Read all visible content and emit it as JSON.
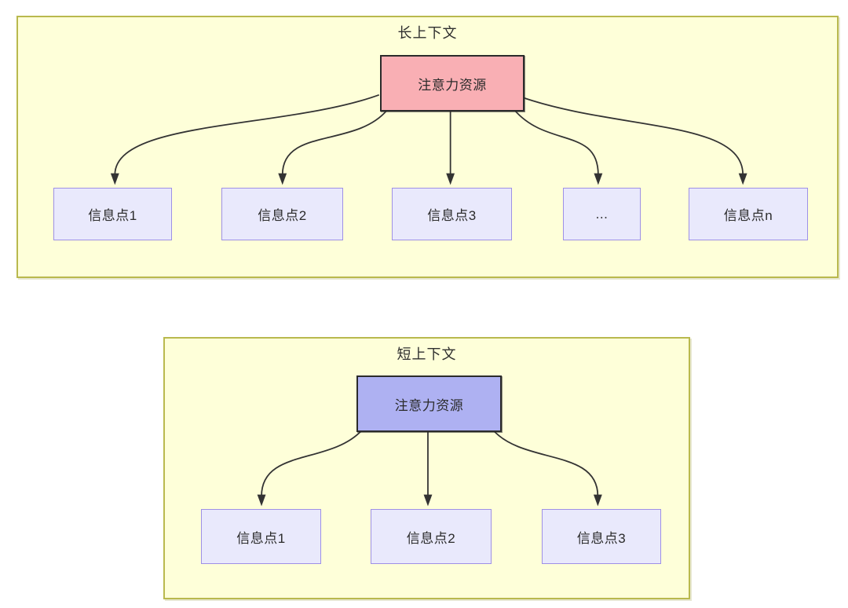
{
  "long_context": {
    "title": "长上下文",
    "source": "注意力资源",
    "targets": [
      "信息点1",
      "信息点2",
      "信息点3",
      "...",
      "信息点n"
    ]
  },
  "short_context": {
    "title": "短上下文",
    "source": "注意力资源",
    "targets": [
      "信息点1",
      "信息点2",
      "信息点3"
    ]
  },
  "colors": {
    "container_fill": "#feffd9",
    "container_border": "#b9b94e",
    "long_source_fill": "#f9afb4",
    "short_source_fill": "#aeb1f2",
    "target_fill": "#e9e9fc",
    "target_border": "#9e90e6",
    "arrow": "#333333",
    "text": "#2b2b2b"
  }
}
